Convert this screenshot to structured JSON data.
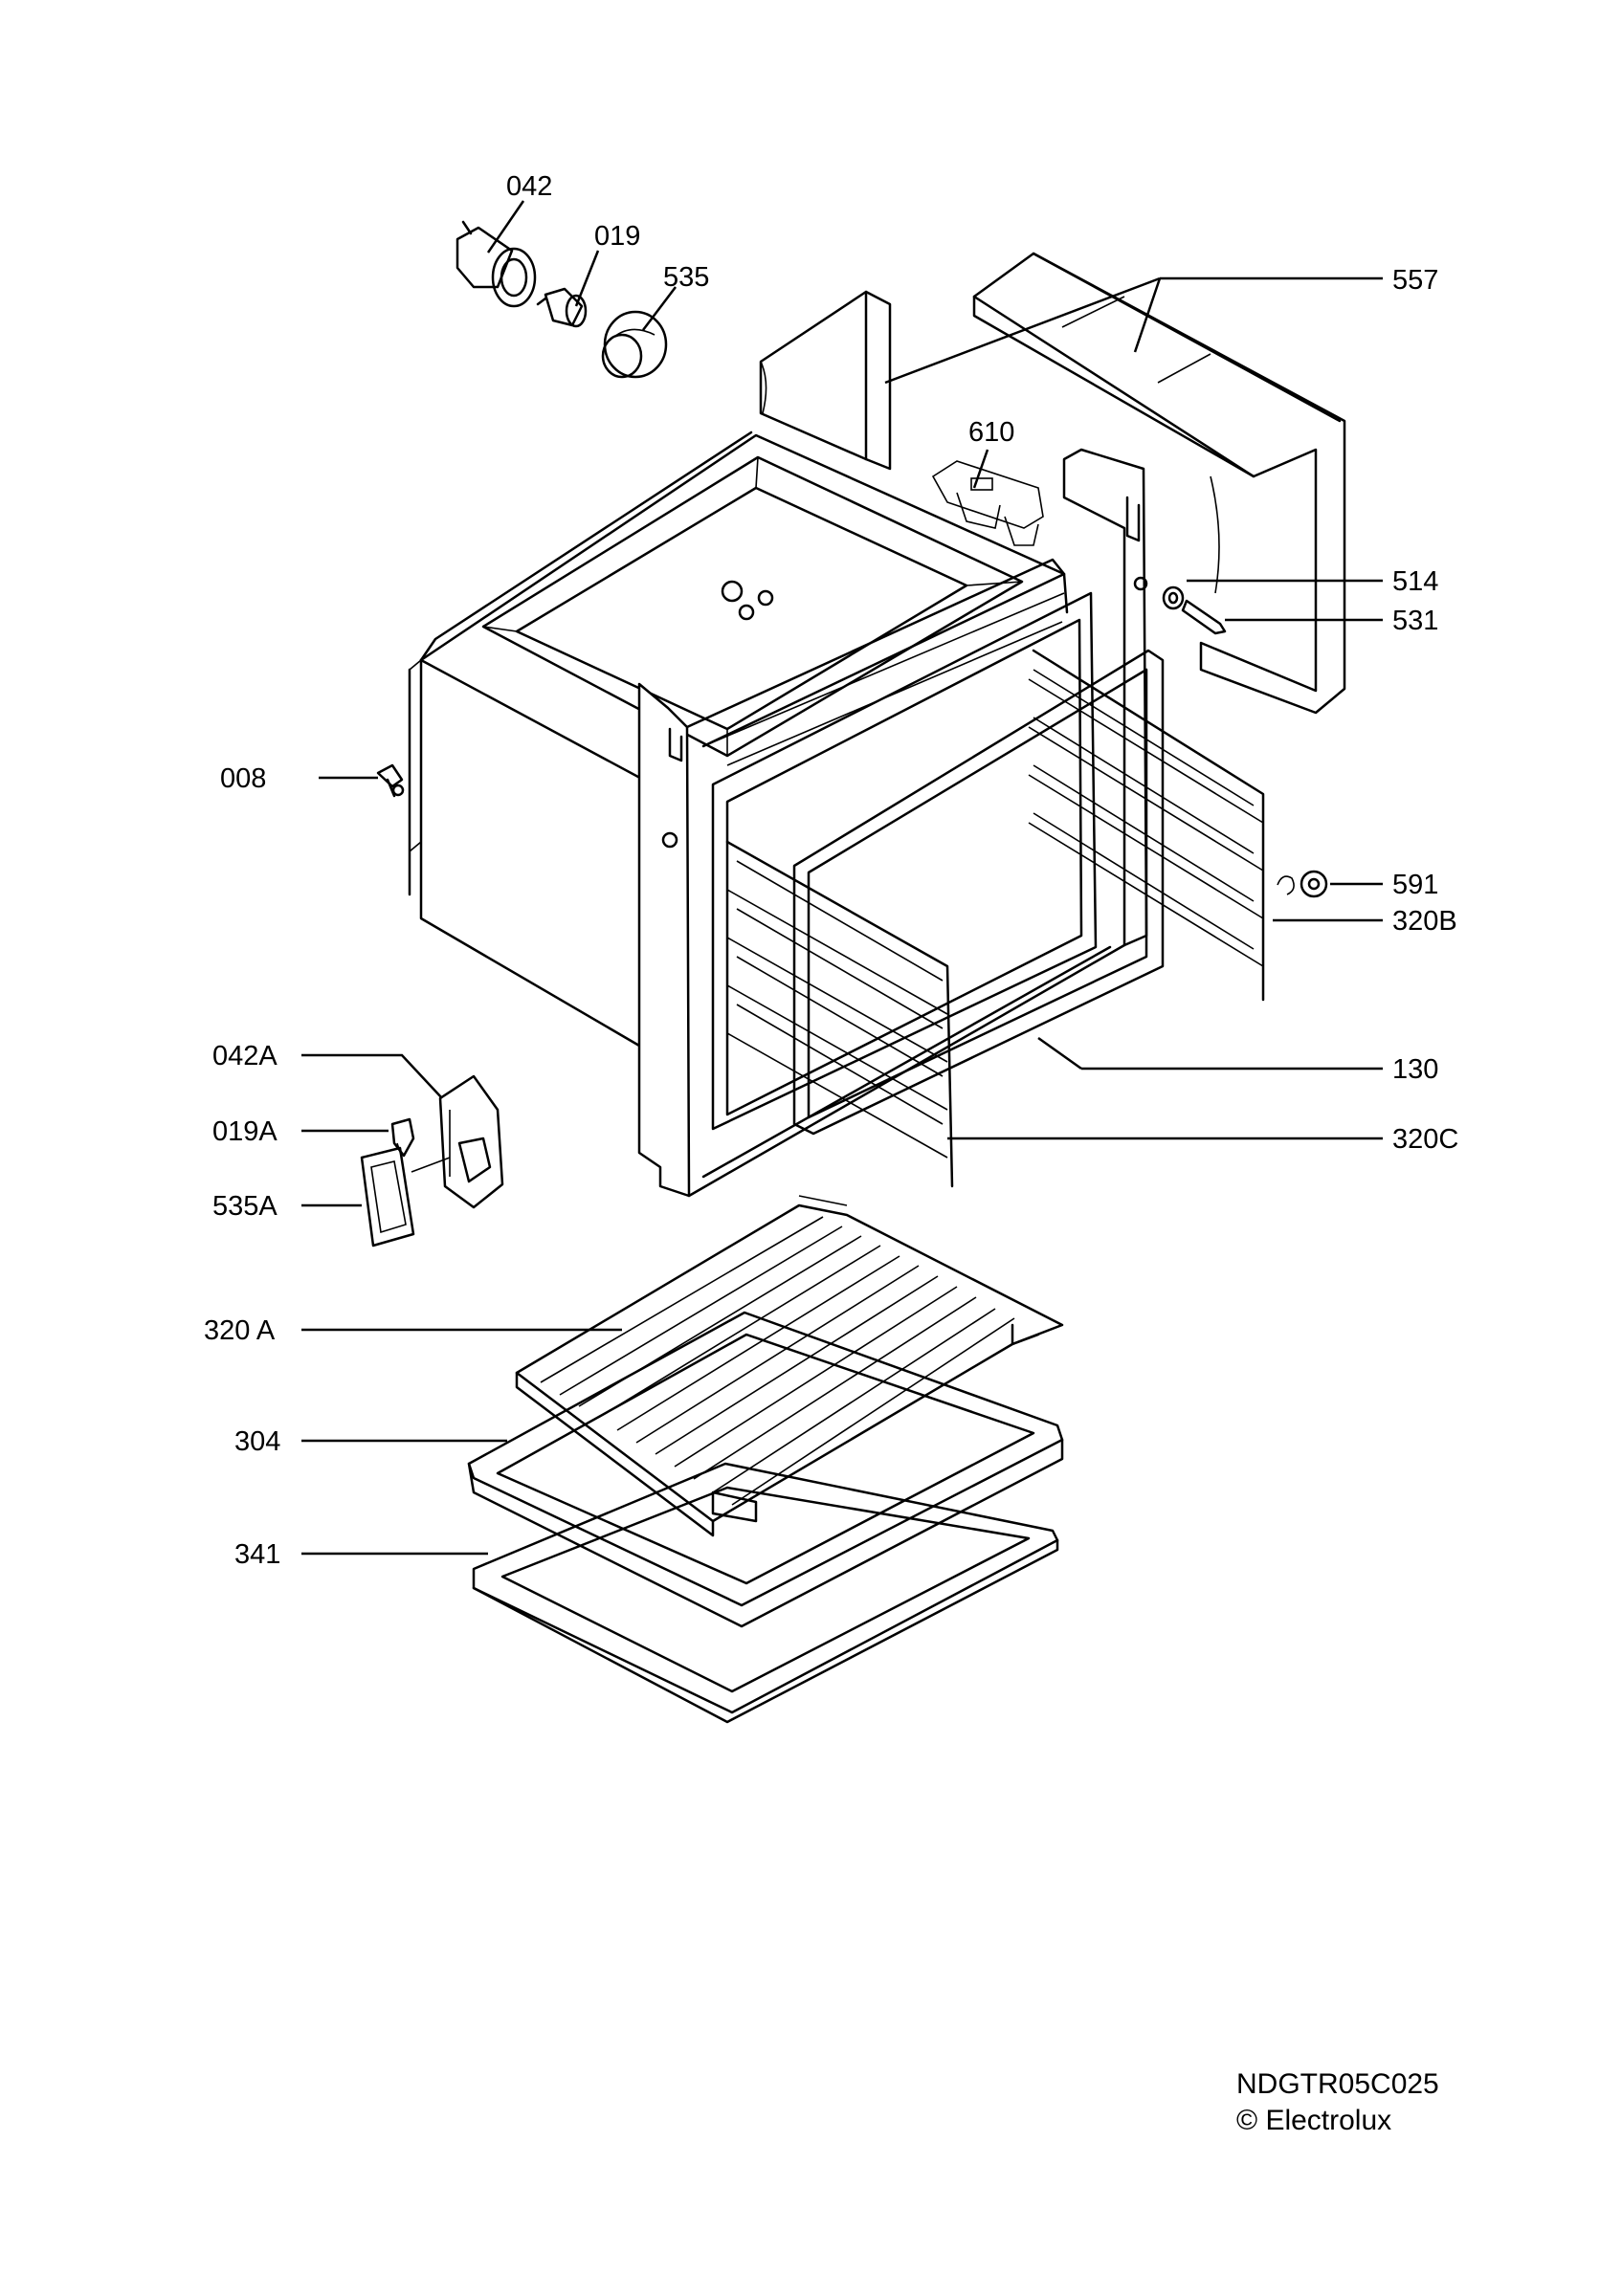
{
  "labels": {
    "p042": "042",
    "p019": "019",
    "p535": "535",
    "p557": "557",
    "p610": "610",
    "p514": "514",
    "p531": "531",
    "p008": "008",
    "p591": "591",
    "p320B": "320B",
    "p130": "130",
    "p320C": "320C",
    "p042A": "042A",
    "p019A": "019A",
    "p535A": "535A",
    "p320A": "320 A",
    "p304": "304",
    "p341": "341"
  },
  "footer": {
    "code": "NDGTR05C025",
    "copyright": "© Electrolux"
  }
}
